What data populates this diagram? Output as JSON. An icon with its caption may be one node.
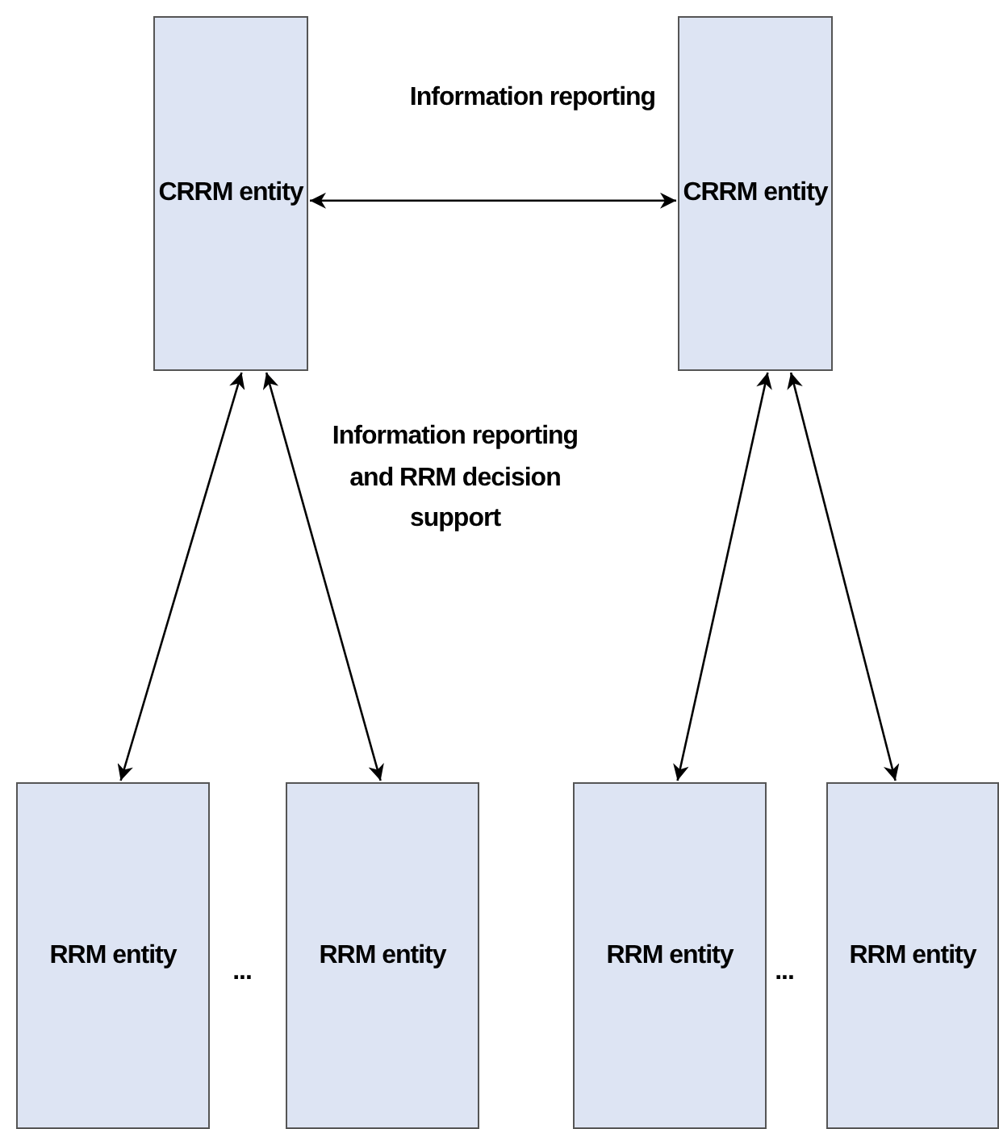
{
  "diagram": {
    "nodes": [
      {
        "text": [
          "CRRM entity"
        ]
      },
      {
        "text": [
          "CRRM entity"
        ]
      },
      {
        "text": [
          "RRM entity"
        ]
      },
      {
        "text": [
          "RRM entity"
        ]
      },
      {
        "text": [
          "RRM entity"
        ]
      },
      {
        "text": [
          "RRM entity"
        ]
      }
    ],
    "edges": [
      {
        "from": 0,
        "to": 1,
        "arrow": "both",
        "label": "Information reporting"
      },
      {
        "from": 0,
        "to": 2,
        "arrow": "both"
      },
      {
        "from": 0,
        "to": 3,
        "arrow": "both"
      },
      {
        "from": 1,
        "to": 4,
        "arrow": "both"
      },
      {
        "from": 1,
        "to": 5,
        "arrow": "both"
      }
    ],
    "labels": [
      "Information reporting and RRM decision support",
      "...",
      "..."
    ]
  }
}
